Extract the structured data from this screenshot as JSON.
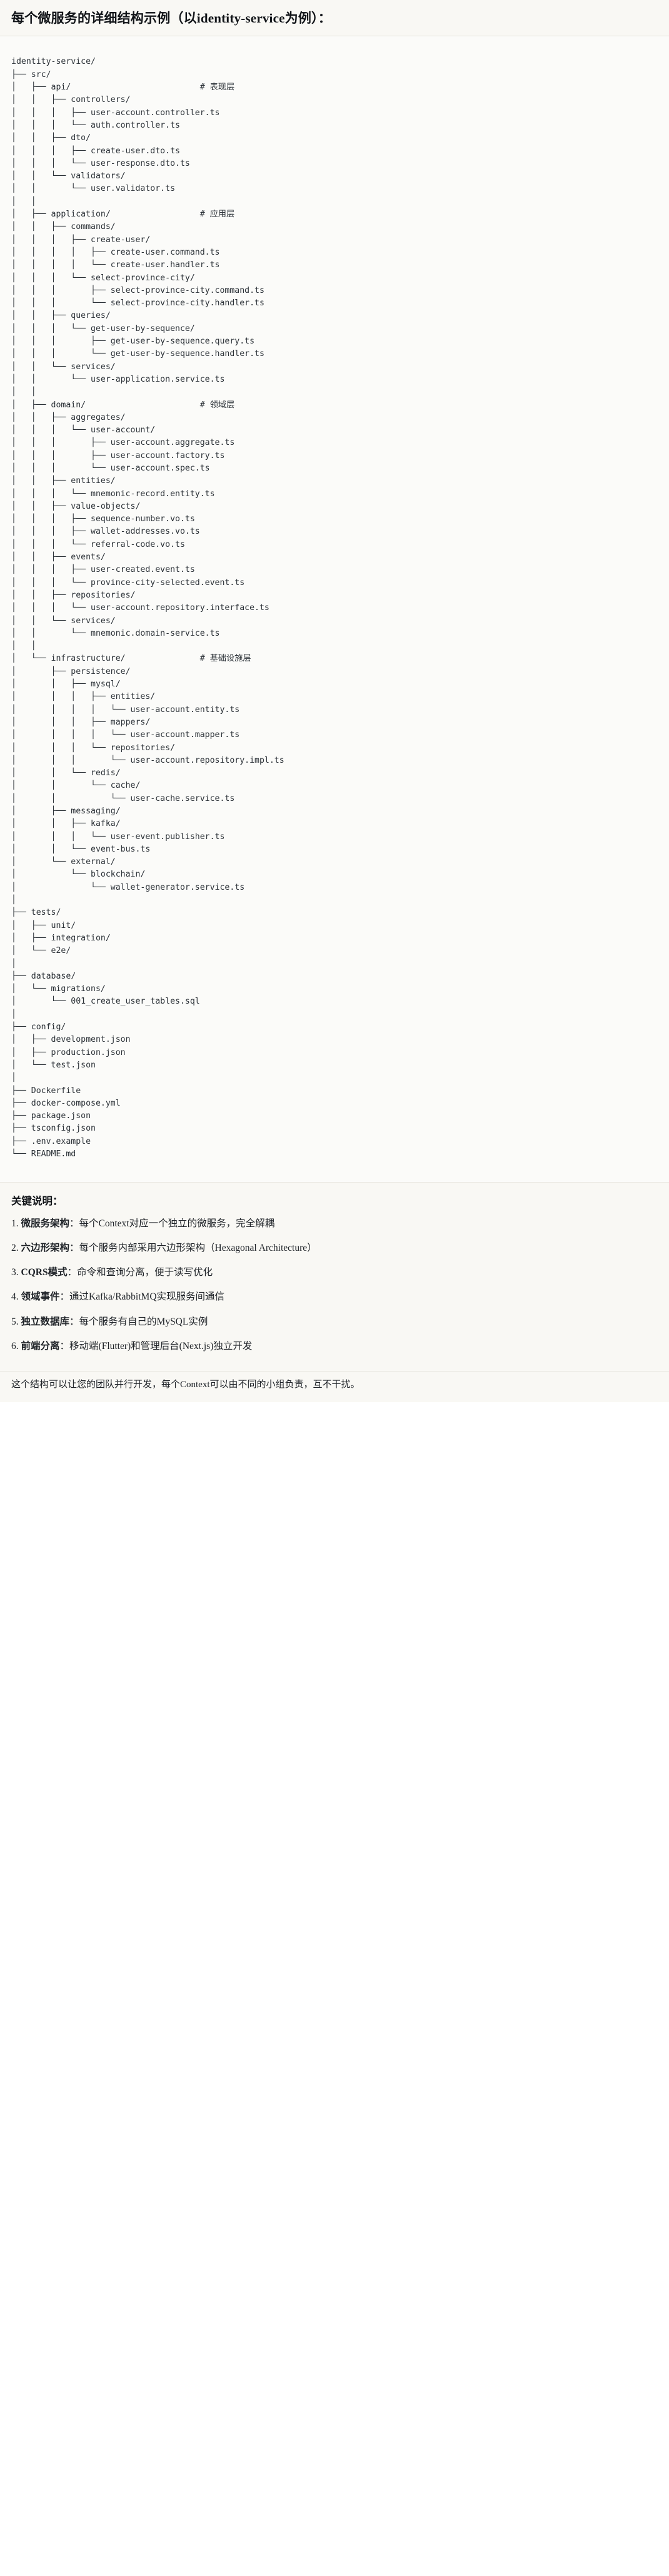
{
  "header": {
    "title": "每个微服务的详细结构示例（以identity-service为例）："
  },
  "tree": {
    "root_label": "identity-service/",
    "comments": {
      "api": "# 表现层",
      "application": "# 应用层",
      "domain": "# 领域层",
      "infrastructure": "# 基础设施层"
    },
    "lines": [
      "identity-service/",
      "├── src/",
      "│   ├── api/                          # 表现层",
      "│   │   ├── controllers/",
      "│   │   │   ├── user-account.controller.ts",
      "│   │   │   └── auth.controller.ts",
      "│   │   ├── dto/",
      "│   │   │   ├── create-user.dto.ts",
      "│   │   │   └── user-response.dto.ts",
      "│   │   └── validators/",
      "│   │       └── user.validator.ts",
      "│   │",
      "│   ├── application/                  # 应用层",
      "│   │   ├── commands/",
      "│   │   │   ├── create-user/",
      "│   │   │   │   ├── create-user.command.ts",
      "│   │   │   │   └── create-user.handler.ts",
      "│   │   │   └── select-province-city/",
      "│   │   │       ├── select-province-city.command.ts",
      "│   │   │       └── select-province-city.handler.ts",
      "│   │   ├── queries/",
      "│   │   │   └── get-user-by-sequence/",
      "│   │   │       ├── get-user-by-sequence.query.ts",
      "│   │   │       └── get-user-by-sequence.handler.ts",
      "│   │   └── services/",
      "│   │       └── user-application.service.ts",
      "│   │",
      "│   ├── domain/                       # 领域层",
      "│   │   ├── aggregates/",
      "│   │   │   └── user-account/",
      "│   │   │       ├── user-account.aggregate.ts",
      "│   │   │       ├── user-account.factory.ts",
      "│   │   │       └── user-account.spec.ts",
      "│   │   ├── entities/",
      "│   │   │   └── mnemonic-record.entity.ts",
      "│   │   ├── value-objects/",
      "│   │   │   ├── sequence-number.vo.ts",
      "│   │   │   ├── wallet-addresses.vo.ts",
      "│   │   │   └── referral-code.vo.ts",
      "│   │   ├── events/",
      "│   │   │   ├── user-created.event.ts",
      "│   │   │   └── province-city-selected.event.ts",
      "│   │   ├── repositories/",
      "│   │   │   └── user-account.repository.interface.ts",
      "│   │   └── services/",
      "│   │       └── mnemonic.domain-service.ts",
      "│   │",
      "│   └── infrastructure/               # 基础设施层",
      "│       ├── persistence/",
      "│       │   ├── mysql/",
      "│       │   │   ├── entities/",
      "│       │   │   │   └── user-account.entity.ts",
      "│       │   │   ├── mappers/",
      "│       │   │   │   └── user-account.mapper.ts",
      "│       │   │   └── repositories/",
      "│       │   │       └── user-account.repository.impl.ts",
      "│       │   └── redis/",
      "│       │       └── cache/",
      "│       │           └── user-cache.service.ts",
      "│       ├── messaging/",
      "│       │   ├── kafka/",
      "│       │   │   └── user-event.publisher.ts",
      "│       │   └── event-bus.ts",
      "│       └── external/",
      "│           └── blockchain/",
      "│               └── wallet-generator.service.ts",
      "│",
      "├── tests/",
      "│   ├── unit/",
      "│   ├── integration/",
      "│   └── e2e/",
      "│",
      "├── database/",
      "│   └── migrations/",
      "│       └── 001_create_user_tables.sql",
      "│",
      "├── config/",
      "│   ├── development.json",
      "│   ├── production.json",
      "│   └── test.json",
      "│",
      "├── Dockerfile",
      "├── docker-compose.yml",
      "├── package.json",
      "├── tsconfig.json",
      "├── .env.example",
      "└── README.md"
    ]
  },
  "notes": {
    "title": "关键说明：",
    "items": [
      {
        "num": "1.",
        "term": "微服务架构",
        "sep": "：",
        "desc": "每个Context对应一个独立的微服务，完全解耦"
      },
      {
        "num": "2.",
        "term": "六边形架构",
        "sep": "：",
        "desc": "每个服务内部采用六边形架构（Hexagonal Architecture）"
      },
      {
        "num": "3.",
        "term": "CQRS模式",
        "sep": "：",
        "desc": "命令和查询分离，便于读写优化"
      },
      {
        "num": "4.",
        "term": "领域事件",
        "sep": "：",
        "desc": "通过Kafka/RabbitMQ实现服务间通信"
      },
      {
        "num": "5.",
        "term": "独立数据库",
        "sep": "：",
        "desc": "每个服务有自己的MySQL实例"
      },
      {
        "num": "6.",
        "term": "前端分离",
        "sep": "：",
        "desc": "移动端(Flutter)和管理后台(Next.js)独立开发"
      }
    ],
    "footer": "这个结构可以让您的团队并行开发，每个Context可以由不同的小组负责，互不干扰。"
  }
}
